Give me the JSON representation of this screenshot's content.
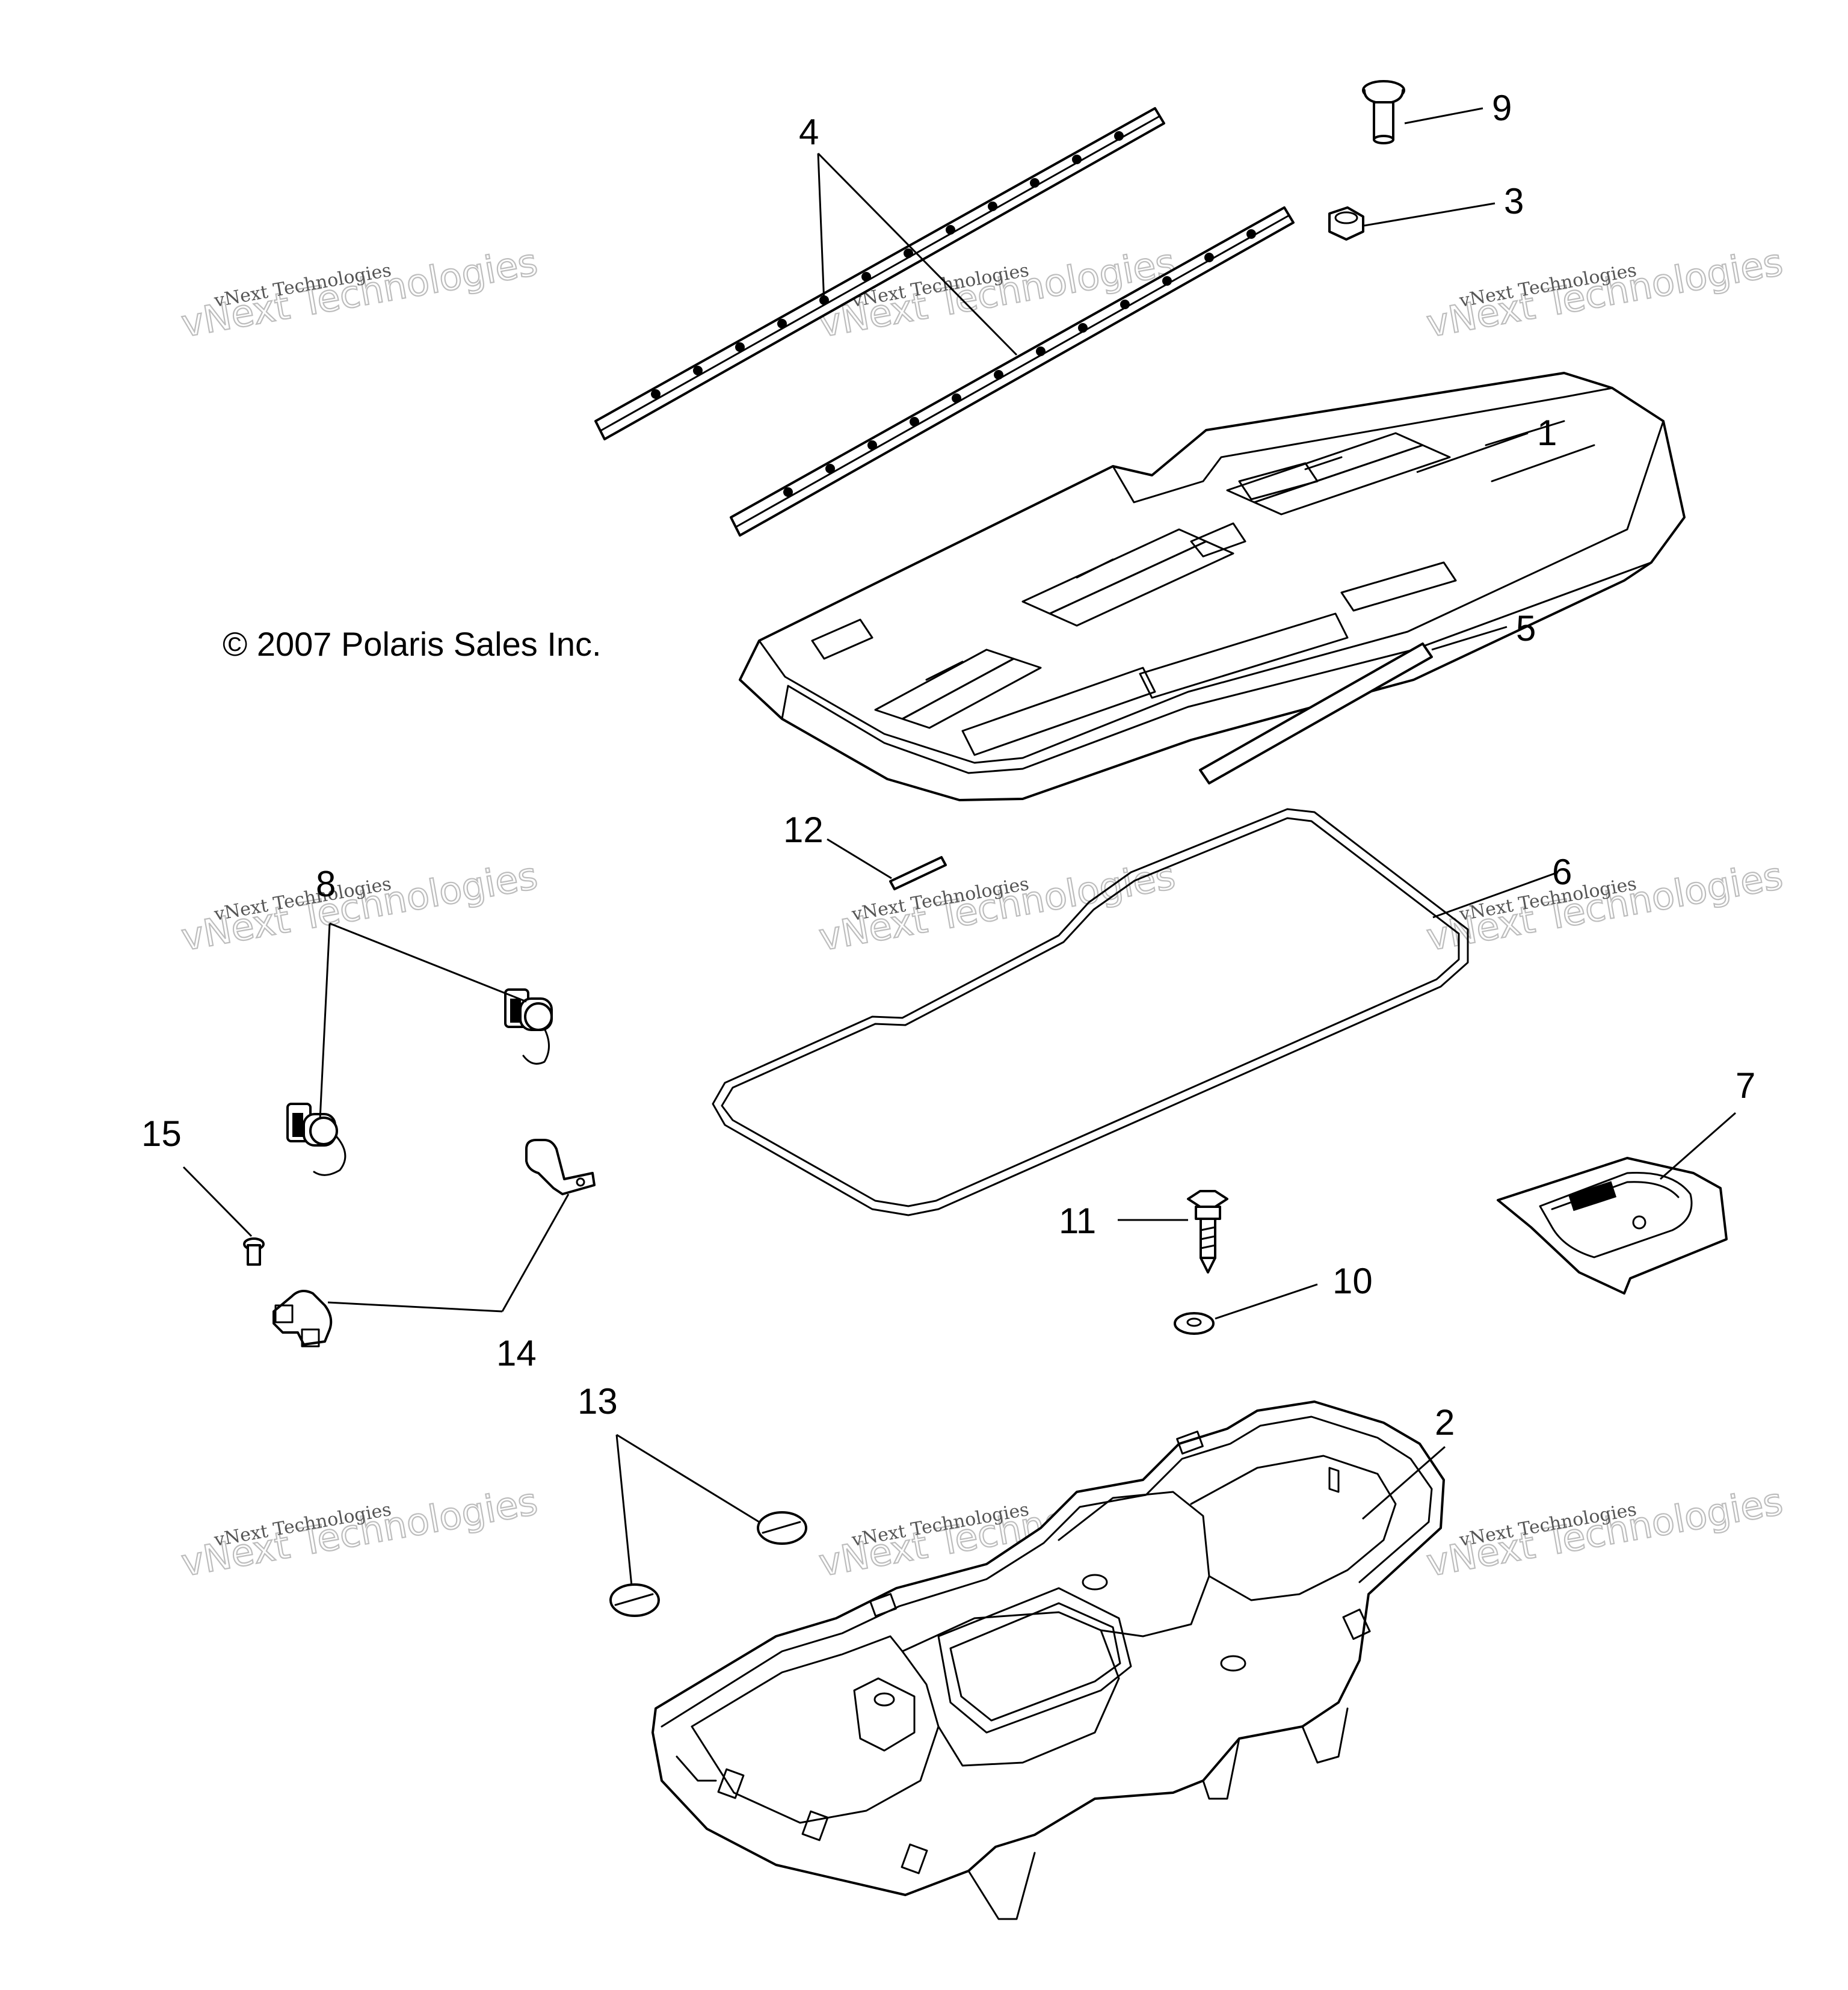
{
  "copyright": "© 2007 Polaris Sales Inc.",
  "watermark": {
    "line_small": "vNext Technologies",
    "line_big": "vNext Technologies"
  },
  "callouts": {
    "c1": "1",
    "c2": "2",
    "c3": "3",
    "c4": "4",
    "c5": "5",
    "c6": "6",
    "c7": "7",
    "c8": "8",
    "c9": "9",
    "c10": "10",
    "c11": "11",
    "c12": "12",
    "c13": "13",
    "c14": "14",
    "c15": "15"
  }
}
